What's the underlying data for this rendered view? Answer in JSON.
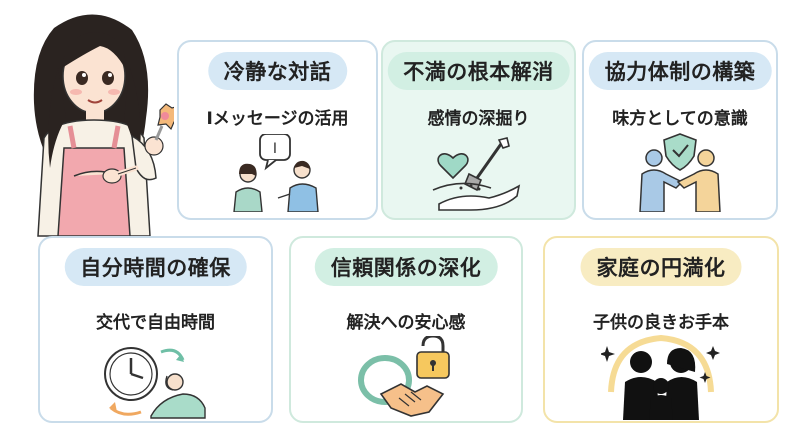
{
  "cards": [
    {
      "title": "冷静な対話",
      "subtitle": "Iメッセージの活用",
      "icon": "conversation-icon",
      "bubble_text": "I"
    },
    {
      "title": "不満の根本解消",
      "subtitle": "感情の深掘り",
      "icon": "heart-shovel-icon"
    },
    {
      "title": "協力体制の構築",
      "subtitle": "味方としての意識",
      "icon": "teamwork-shield-icon"
    },
    {
      "title": "自分時間の確保",
      "subtitle": "交代で自由時間",
      "icon": "clock-relax-icon"
    },
    {
      "title": "信頼関係の深化",
      "subtitle": "解決への安心感",
      "icon": "handshake-lock-icon"
    },
    {
      "title": "家庭の円満化",
      "subtitle": "子供の良きお手本",
      "icon": "family-icon"
    }
  ],
  "colors": {
    "blue_pill": "#d6e8f5",
    "blue_border": "#c9dcea",
    "green_pill": "#d2efe3",
    "green_border": "#cfe9dd",
    "green_card": "#e9f7f1",
    "yellow_pill": "#f8ecc2",
    "yellow_border": "#f3e3a9"
  }
}
